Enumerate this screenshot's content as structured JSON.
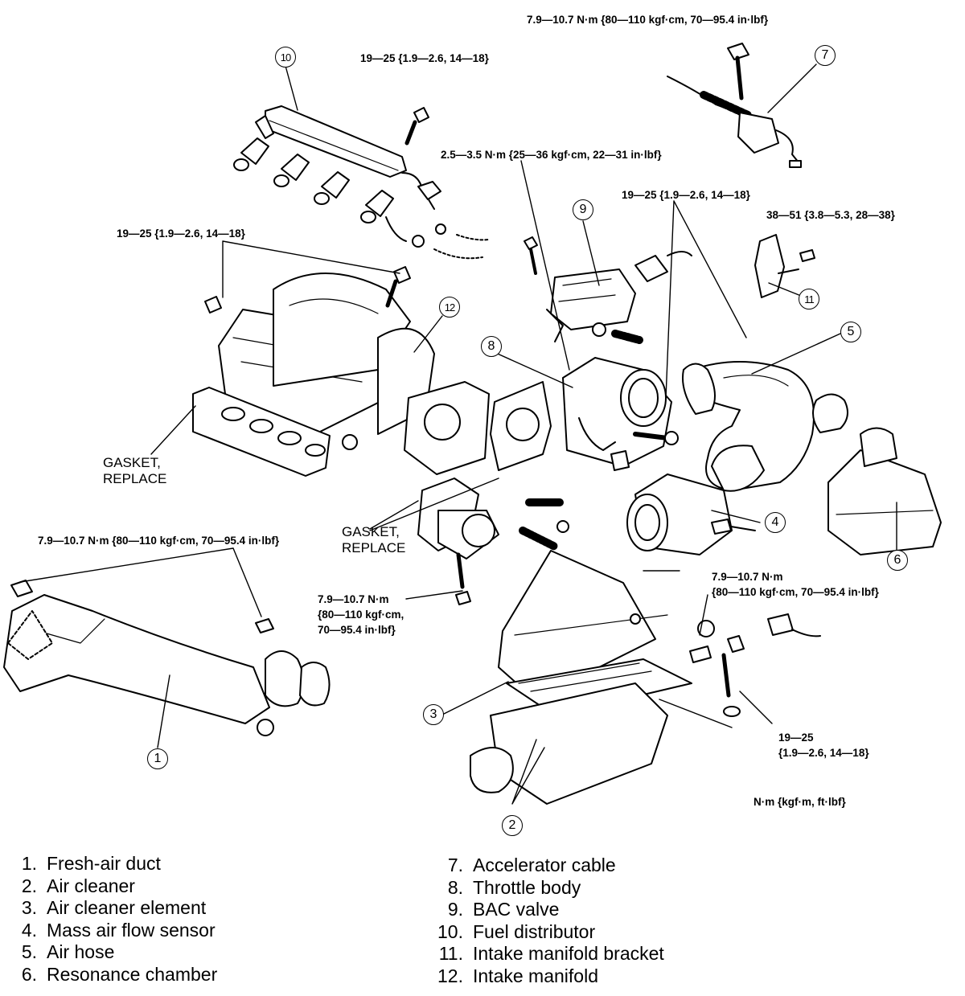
{
  "torque": {
    "t_cable": "7.9—10.7 N·m {80—110 kgf·cm, 70—95.4 in·lbf}",
    "t_distributor": "19—25 {1.9—2.6, 14—18}",
    "t_bac": "2.5—3.5 N·m {25—36 kgf·cm, 22—31 in·lbf}",
    "t_throttle": "19—25 {1.9—2.6, 14—18}",
    "t_bracket": "38—51 {3.8—5.3, 28—38}",
    "t_manifold": "19—25 {1.9—2.6, 14—18}",
    "t_duct": "7.9—10.7 N·m {80—110 kgf·cm, 70—95.4 in·lbf}",
    "t_lower_1": "7.9—10.7 N·m",
    "t_lower_2": "{80—110 kgf·cm,",
    "t_lower_3": "70—95.4 in·lbf}",
    "t_cleaner_1": "7.9—10.7 N·m",
    "t_cleaner_2": "{80—110 kgf·cm, 70—95.4 in·lbf}",
    "t_bottom_1": "19—25",
    "t_bottom_2": "{1.9—2.6, 14—18}",
    "units": "N·m {kgf·m, ft·lbf}"
  },
  "gaskets": {
    "left_1": "GASKET,",
    "left_2": "REPLACE",
    "mid_1": "GASKET,",
    "mid_2": "REPLACE"
  },
  "callouts": [
    "1",
    "2",
    "3",
    "4",
    "5",
    "6",
    "7",
    "8",
    "9",
    "10",
    "11",
    "12"
  ],
  "legend": {
    "left": [
      {
        "num": "1.",
        "label": "Fresh-air duct"
      },
      {
        "num": "2.",
        "label": "Air cleaner"
      },
      {
        "num": "3.",
        "label": "Air cleaner element"
      },
      {
        "num": "4.",
        "label": "Mass air flow sensor"
      },
      {
        "num": "5.",
        "label": "Air hose"
      },
      {
        "num": "6.",
        "label": "Resonance chamber"
      }
    ],
    "right": [
      {
        "num": "7.",
        "label": "Accelerator cable"
      },
      {
        "num": "8.",
        "label": "Throttle body"
      },
      {
        "num": "9.",
        "label": "BAC valve"
      },
      {
        "num": "10.",
        "label": "Fuel distributor"
      },
      {
        "num": "11.",
        "label": "Intake manifold bracket"
      },
      {
        "num": "12.",
        "label": "Intake manifold"
      }
    ]
  }
}
